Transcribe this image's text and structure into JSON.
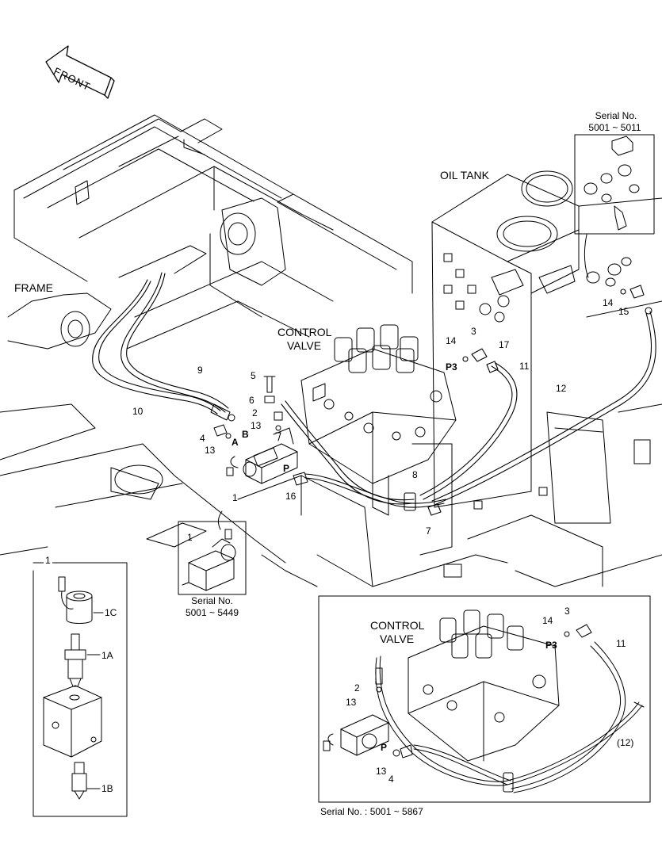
{
  "front": "FRONT",
  "regions": {
    "frame": "FRAME",
    "oil_tank": "OIL TANK",
    "control_valve_1": "CONTROL",
    "control_valve_2": "VALVE"
  },
  "serial": {
    "top_title": "Serial No.",
    "top_range": "5001 ~ 5011",
    "mid_title": "Serial No.",
    "mid_range": "5001 ~ 5449",
    "bottom": "Serial No. : 5001 ~ 5867"
  },
  "callouts": {
    "n1": "1",
    "n2": "2",
    "n3": "3",
    "n4": "4",
    "n5": "5",
    "n6": "6",
    "n7": "7",
    "n8": "8",
    "n9": "9",
    "n10": "10",
    "n11": "11",
    "n12": "12",
    "n13": "13",
    "n14": "14",
    "n15": "15",
    "n16": "16",
    "n17": "17",
    "p3": "P3",
    "a": "A",
    "b": "B",
    "p": "P",
    "n1a": "1A",
    "n1b": "1B",
    "n1c": "1C",
    "n12p": "(12)"
  }
}
